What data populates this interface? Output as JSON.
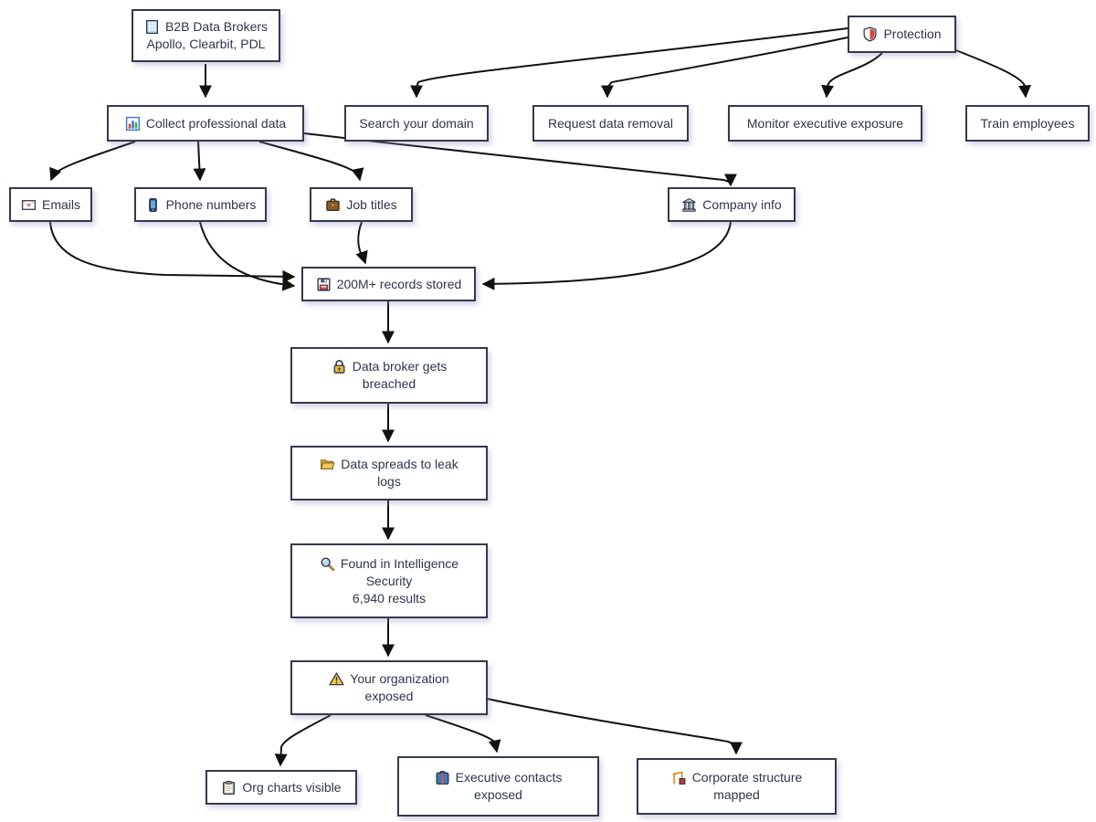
{
  "diagram": {
    "background_color": "#ffffff",
    "edge_color": "#111111",
    "node_border_color": "#333a4d",
    "node_text_color": "#2d3648",
    "nodes": {
      "b2b": {
        "line1": "B2B Data Brokers",
        "line2": "Apollo, Clearbit, PDL",
        "icon": "office-building-icon"
      },
      "protection": {
        "line1": "Protection",
        "icon": "shield-icon"
      },
      "collect": {
        "line1": "Collect professional data",
        "icon": "bar-chart-icon"
      },
      "search": {
        "line1": "Search your domain"
      },
      "request": {
        "line1": "Request data removal"
      },
      "monitor": {
        "line1": "Monitor executive exposure"
      },
      "train": {
        "line1": "Train employees"
      },
      "emails": {
        "line1": "Emails",
        "icon": "envelope-icon"
      },
      "phone": {
        "line1": "Phone numbers",
        "icon": "mobile-phone-icon"
      },
      "job": {
        "line1": "Job titles",
        "icon": "briefcase-icon"
      },
      "company": {
        "line1": "Company info",
        "icon": "bank-icon"
      },
      "records": {
        "line1": "200M+ records stored",
        "icon": "floppy-disk-icon"
      },
      "breached": {
        "line1": "Data broker gets",
        "line2": "breached",
        "icon": "lock-icon"
      },
      "leak": {
        "line1": "Data spreads to leak",
        "line2": "logs",
        "icon": "open-folder-icon"
      },
      "found": {
        "line1": "Found in Intelligence",
        "line2": "Security",
        "line3": "6,940 results",
        "icon": "magnifier-icon"
      },
      "exposed": {
        "line1": "Your organization",
        "line2": "exposed",
        "icon": "warning-icon"
      },
      "orgcharts": {
        "line1": "Org charts visible",
        "icon": "clipboard-icon"
      },
      "exec": {
        "line1": "Executive contacts",
        "line2": "exposed",
        "icon": "contacts-book-icon"
      },
      "corp": {
        "line1": "Corporate structure",
        "line2": "mapped",
        "icon": "construction-crane-icon"
      }
    },
    "edges": [
      {
        "from": "b2b",
        "to": "collect"
      },
      {
        "from": "protection",
        "to": "search"
      },
      {
        "from": "protection",
        "to": "request"
      },
      {
        "from": "protection",
        "to": "monitor"
      },
      {
        "from": "protection",
        "to": "train"
      },
      {
        "from": "collect",
        "to": "emails"
      },
      {
        "from": "collect",
        "to": "phone"
      },
      {
        "from": "collect",
        "to": "job"
      },
      {
        "from": "collect",
        "to": "company"
      },
      {
        "from": "emails",
        "to": "records"
      },
      {
        "from": "phone",
        "to": "records"
      },
      {
        "from": "job",
        "to": "records"
      },
      {
        "from": "company",
        "to": "records"
      },
      {
        "from": "records",
        "to": "breached"
      },
      {
        "from": "breached",
        "to": "leak"
      },
      {
        "from": "leak",
        "to": "found"
      },
      {
        "from": "found",
        "to": "exposed"
      },
      {
        "from": "exposed",
        "to": "orgcharts"
      },
      {
        "from": "exposed",
        "to": "exec"
      },
      {
        "from": "exposed",
        "to": "corp"
      }
    ]
  }
}
